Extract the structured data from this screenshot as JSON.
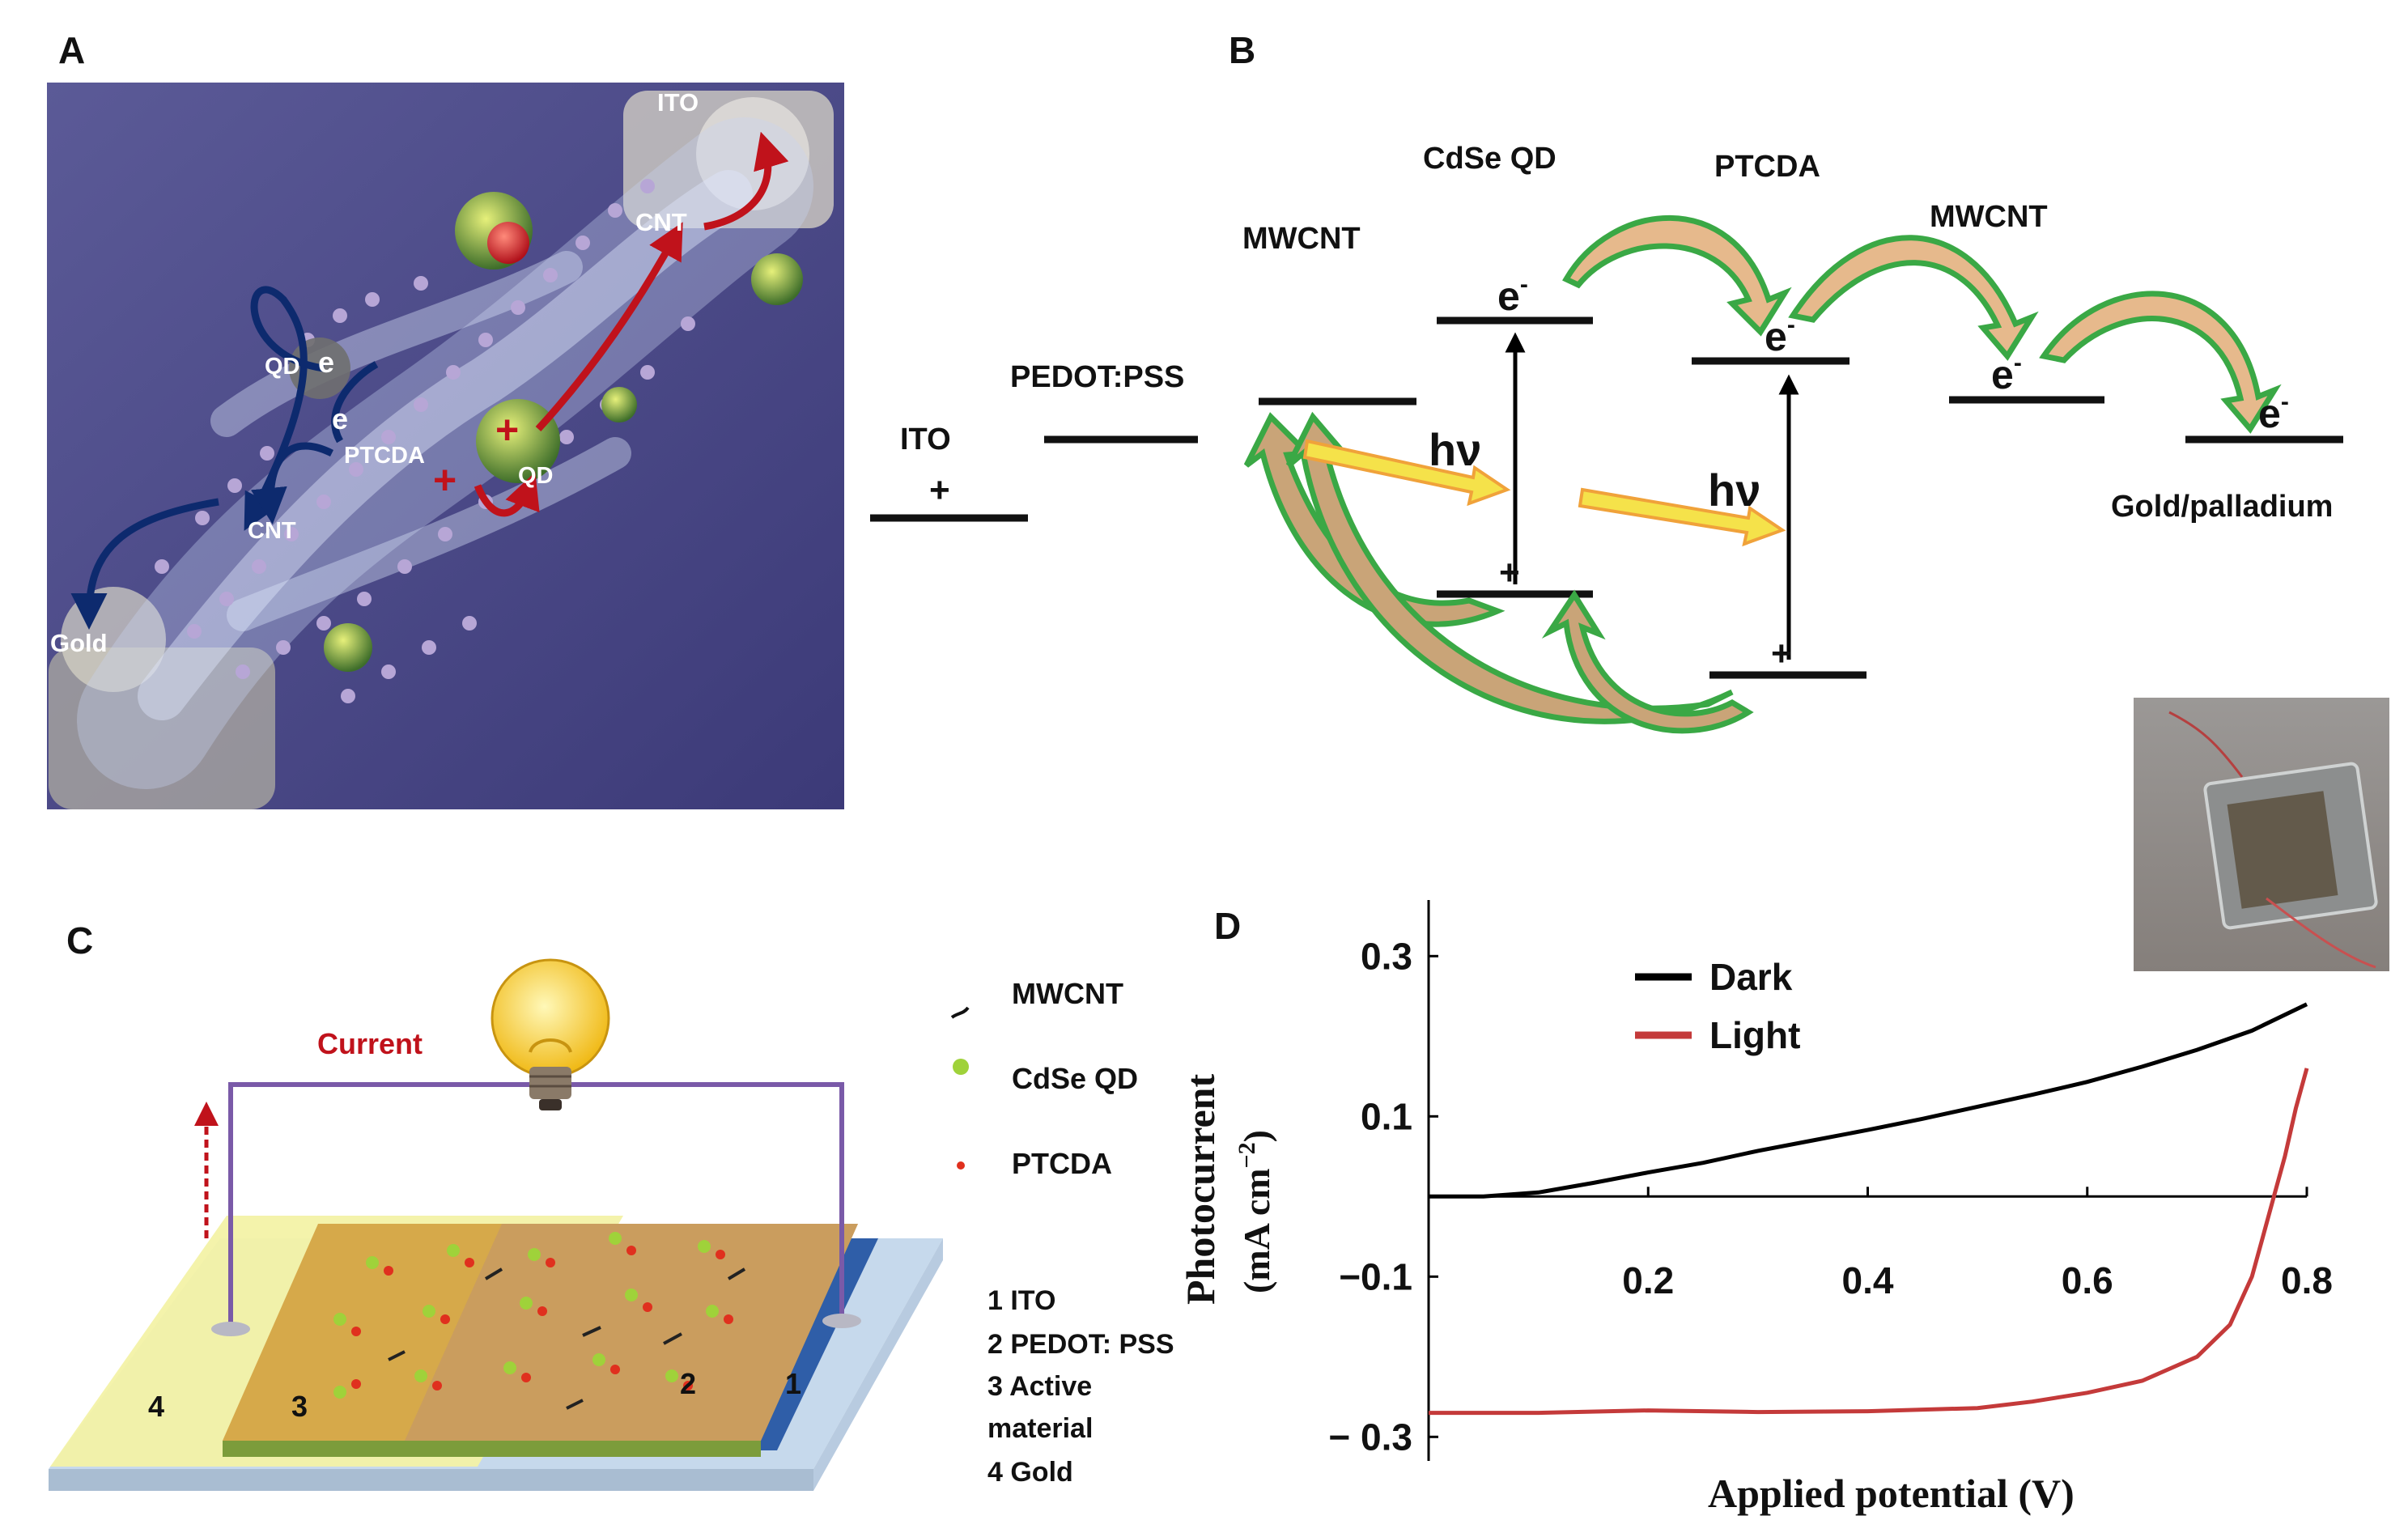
{
  "panels": {
    "a": "A",
    "b": "B",
    "c": "C",
    "d": "D"
  },
  "panel_a": {
    "labels": {
      "ito": "ITO",
      "cnt_top": "CNT",
      "qd_left": "QD",
      "e1": "e",
      "e2": "e",
      "ptcda": "PTCDA",
      "qd_center": "QD",
      "cnt_bottom": "CNT",
      "gold": "Gold",
      "plus": "+"
    },
    "colors": {
      "background": "#4a4888",
      "fiber": "#c8d4f0",
      "arrow_blue": "#0d2a6e",
      "arrow_red": "#c0121b"
    }
  },
  "panel_b": {
    "labels": {
      "ito": "ITO",
      "ito_plus": "+",
      "pedot": "PEDOT:PSS",
      "mwcnt1": "MWCNT",
      "cdse": "CdSe QD",
      "ptcda": "PTCDA",
      "mwcnt2": "MWCNT",
      "gold": "Gold/palladium",
      "e": "e",
      "e_sup": "-",
      "plus": "+",
      "hv": "hν"
    },
    "colors": {
      "arrow_fill": "#e6b98c",
      "arrow_outline": "#3aa845",
      "hv_arrow": "#f5e24a",
      "hv_outline": "#f0a23a"
    }
  },
  "panel_c": {
    "current": "Current",
    "layer_numbers": {
      "n1": "1",
      "n2": "2",
      "n3": "3",
      "n4": "4"
    },
    "legend": {
      "mwcnt": "MWCNT",
      "cdse": "CdSe QD",
      "ptcda": "PTCDA"
    },
    "layer_list": [
      "1  ITO",
      "2  PEDOT: PSS",
      "3  Active",
      "material",
      "4  Gold"
    ],
    "colors": {
      "ito": "#c6d9ec",
      "gold": "#f3f2a6",
      "active": "#d6a94a",
      "pedot": "#c79a63",
      "wire": "#7a5aa8",
      "current": "#c0121b"
    }
  },
  "chart_data": {
    "type": "line",
    "xlabel": "Applied potential (V)",
    "ylabel": "Photocurrent",
    "ylabel_units": "(mA cm",
    "ylabel_exp": "−2",
    "ylabel_close": ")",
    "xlim": [
      0.0,
      0.8
    ],
    "ylim": [
      -0.33,
      0.37
    ],
    "xticks": [
      0.2,
      0.4,
      0.6,
      0.8
    ],
    "xtick_labels": [
      "0.2",
      "0.4",
      "0.6",
      "0.8"
    ],
    "yticks": [
      0.3,
      0.1,
      -0.1,
      -0.3
    ],
    "ytick_labels": [
      "0.3",
      "0.1",
      "−0.1",
      "− 0.3"
    ],
    "legend_position": "top-center",
    "series": [
      {
        "name": "Dark",
        "color": "#000000",
        "x": [
          0.0,
          0.05,
          0.1,
          0.15,
          0.2,
          0.25,
          0.3,
          0.35,
          0.4,
          0.45,
          0.5,
          0.55,
          0.6,
          0.65,
          0.7,
          0.75,
          0.8
        ],
        "y": [
          0.0,
          0.0,
          0.005,
          0.017,
          0.03,
          0.042,
          0.057,
          0.07,
          0.083,
          0.097,
          0.112,
          0.127,
          0.143,
          0.162,
          0.183,
          0.207,
          0.24
        ]
      },
      {
        "name": "Light",
        "color": "#c43a3a",
        "x": [
          0.0,
          0.1,
          0.2,
          0.3,
          0.4,
          0.5,
          0.55,
          0.6,
          0.65,
          0.7,
          0.73,
          0.75,
          0.76,
          0.77,
          0.78,
          0.79,
          0.8
        ],
        "y": [
          -0.27,
          -0.27,
          -0.267,
          -0.269,
          -0.268,
          -0.264,
          -0.256,
          -0.245,
          -0.23,
          -0.2,
          -0.16,
          -0.1,
          -0.05,
          0.0,
          0.05,
          0.11,
          0.16
        ]
      }
    ]
  }
}
